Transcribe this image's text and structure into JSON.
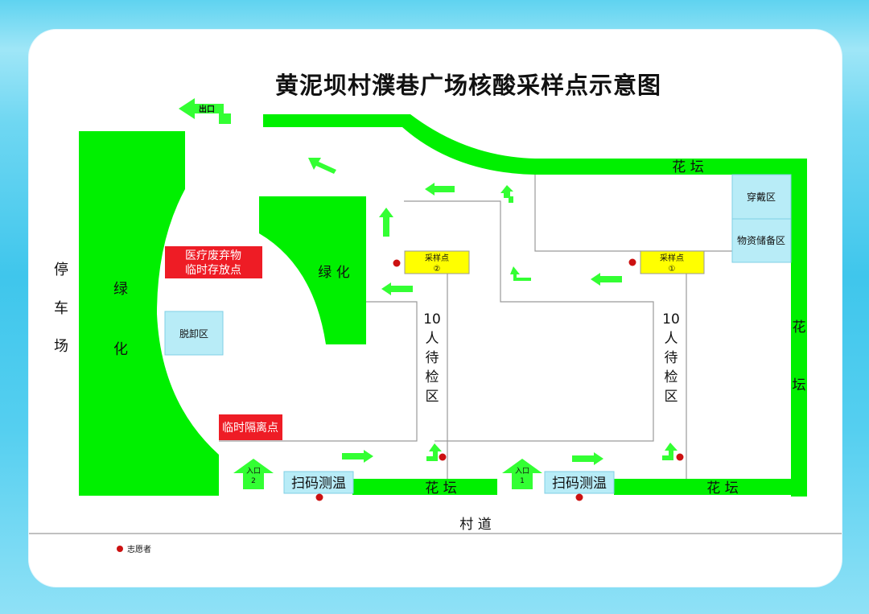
{
  "title": "黄泥坝村濮巷广场核酸采样点示意图",
  "parking": [
    "停",
    "车",
    "场"
  ],
  "green_left": [
    "绿",
    "化"
  ],
  "green_center": "绿  化",
  "flower_top": "花    坛",
  "flower_right": [
    "花",
    "坛"
  ],
  "flower_bottom_mid": "花      坛",
  "flower_bottom_right": "花        坛",
  "village_road": "村    道",
  "exit_label": "出口",
  "entrance_label": "入口",
  "entrance_1_num": "1",
  "entrance_2_num": "2",
  "medical_waste": [
    "医疗废弃物",
    "临时存放点"
  ],
  "quarantine": "临时隔离点",
  "undress_area": "脱卸区",
  "dress_area": "穿戴区",
  "storage_area": "物资储备区",
  "sampling_label": "采样点",
  "sampling_1_num": "①",
  "sampling_2_num": "②",
  "waiting_area": [
    "10",
    "人",
    "待",
    "检",
    "区"
  ],
  "scan_temp": "扫码测温",
  "legend_volunteer": "志愿者",
  "colors": {
    "green": "#00f000",
    "red": "#ee1c25",
    "yellow": "#ffff00",
    "light_blue": "#b8ecf7",
    "arrow": "#33ff33"
  }
}
